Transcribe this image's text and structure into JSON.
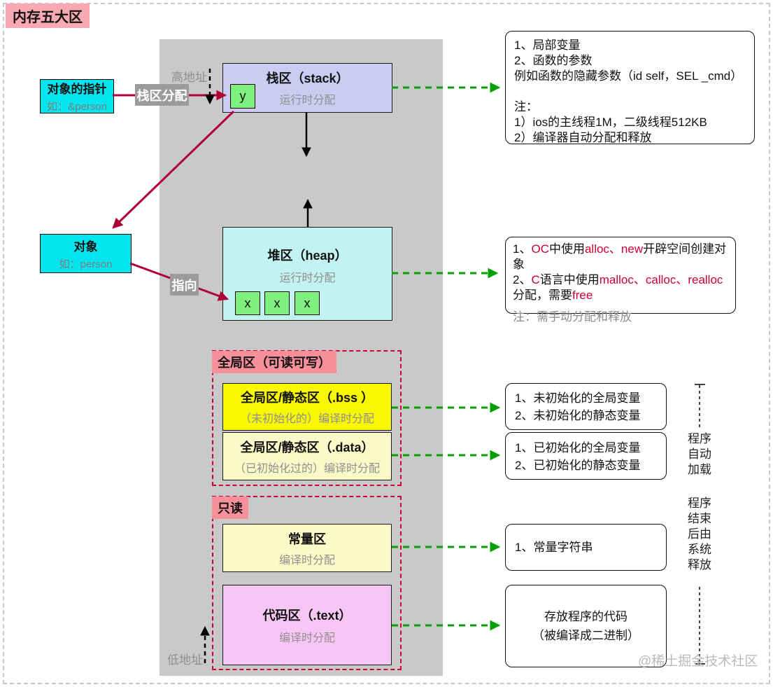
{
  "title": "内存五大区",
  "watermark": "@稀土掘金技术社区",
  "address_labels": {
    "high": "高地址",
    "low": "低地址"
  },
  "pointer_box": {
    "title": "对象的指针",
    "subtitle": "如：&person"
  },
  "object_box": {
    "title": "对象",
    "subtitle": "如：person"
  },
  "edge_labels": {
    "stack_alloc": "栈区分配",
    "point_to": "指向"
  },
  "regions": {
    "stack": {
      "title": "栈区（stack）",
      "subtitle": "运行时分配",
      "cell": "y"
    },
    "heap": {
      "title": "堆区（heap）",
      "subtitle": "运行时分配",
      "cells": [
        "x",
        "x",
        "x"
      ]
    },
    "global_label": "全局区（可读可写）",
    "bss": {
      "title": "全局区/静态区（.bss ）",
      "subtitle": "（未初始化的）编译时分配"
    },
    "data": {
      "title": "全局区/静态区（.data）",
      "subtitle": "（已初始化过的）编译时分配"
    },
    "readonly_label": "只读",
    "const": {
      "title": "常量区",
      "subtitle": "编译时分配"
    },
    "code": {
      "title": "代码区（.text）",
      "subtitle": "编译时分配"
    }
  },
  "notes": {
    "stack": {
      "lines": [
        "1、局部变量",
        "2、函数的参数",
        "例如函数的隐藏参数（id self，SEL _cmd）",
        "",
        "注：",
        "1）ios的主线程1M，二级线程512KB",
        "2）编译器自动分配和释放"
      ]
    },
    "heap": {
      "rich": [
        {
          "t": "1、"
        },
        {
          "t": "OC",
          "c": "#CC0033"
        },
        {
          "t": "中使用"
        },
        {
          "t": "alloc、new",
          "c": "#CC0033"
        },
        {
          "t": "开辟空间创建对象"
        },
        {
          "t": "\n"
        },
        {
          "t": "2、"
        },
        {
          "t": "C",
          "c": "#CC0033"
        },
        {
          "t": "语言中使用"
        },
        {
          "t": "malloc、calloc、realloc",
          "c": "#CC0033"
        },
        {
          "t": "分配，需要"
        },
        {
          "t": "free",
          "c": "#CC0033"
        }
      ],
      "note": "注：需手动分配和释放"
    },
    "bss": {
      "lines": [
        "1、未初始化的全局变量",
        "2、未初始化的静态变量"
      ]
    },
    "data": {
      "lines": [
        "1、已初始化的全局变量",
        "2、已初始化的静态变量"
      ]
    },
    "const": {
      "lines": [
        "1、常量字符串"
      ]
    },
    "code": {
      "lines": [
        "存放程序的代码",
        "（被编译成二进制）"
      ]
    }
  },
  "lifecycle": {
    "auto_load": "程序\n自动\n加载",
    "release": "程序\n结束\n后由\n系统\n释放"
  },
  "colors": {
    "red_text": "#CC0033",
    "green_arrow": "#00A000",
    "red_arrow": "#B00035"
  }
}
